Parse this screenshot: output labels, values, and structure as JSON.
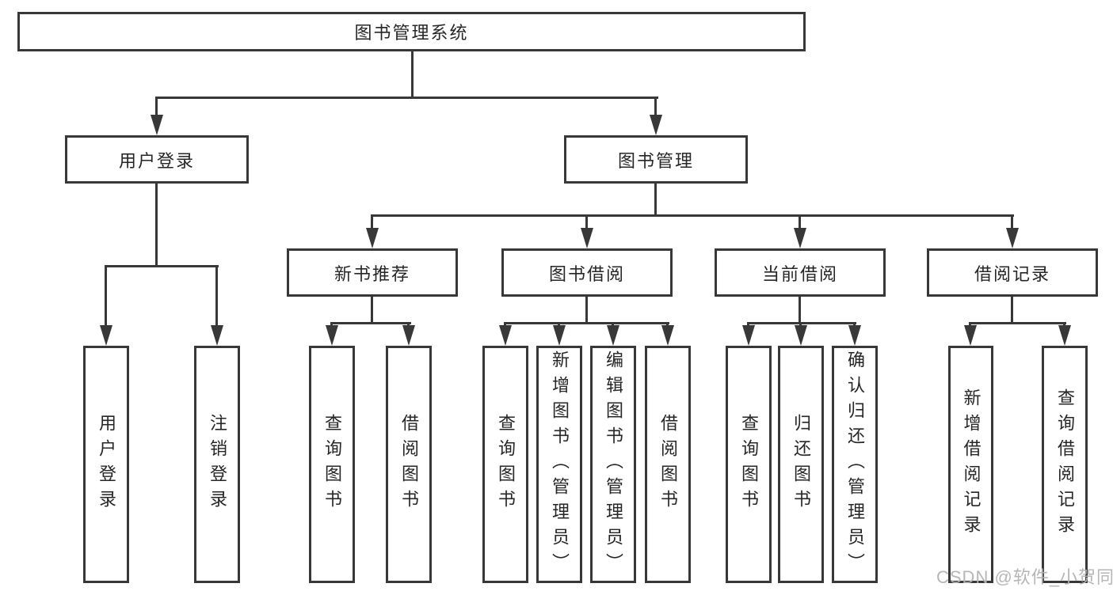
{
  "colors": {
    "line": "#383838",
    "node_border": "#383838",
    "node_background": "#ffffff",
    "text": "#262626",
    "watermark_text": "#b2b2b2"
  },
  "tree": {
    "label": "图书管理系统",
    "children": [
      {
        "label": "用户登录",
        "children": [
          {
            "label": "用户登录"
          },
          {
            "label": "注销登录"
          }
        ]
      },
      {
        "label": "图书管理",
        "children": [
          {
            "label": "新书推荐",
            "children": [
              {
                "label": "查询图书"
              },
              {
                "label": "借阅图书"
              }
            ]
          },
          {
            "label": "图书借阅",
            "children": [
              {
                "label": "查询图书"
              },
              {
                "label": "新增图书（管理员）"
              },
              {
                "label": "编辑图书（管理员）"
              },
              {
                "label": "借阅图书"
              }
            ]
          },
          {
            "label": "当前借阅",
            "children": [
              {
                "label": "查询图书"
              },
              {
                "label": "归还图书"
              },
              {
                "label": "确认归还（管理员）"
              }
            ]
          },
          {
            "label": "借阅记录",
            "children": [
              {
                "label": "新增借阅记录"
              },
              {
                "label": "查询借阅记录"
              }
            ]
          }
        ]
      }
    ]
  },
  "watermark": {
    "text": "CSDN @软件_小贺同学"
  }
}
